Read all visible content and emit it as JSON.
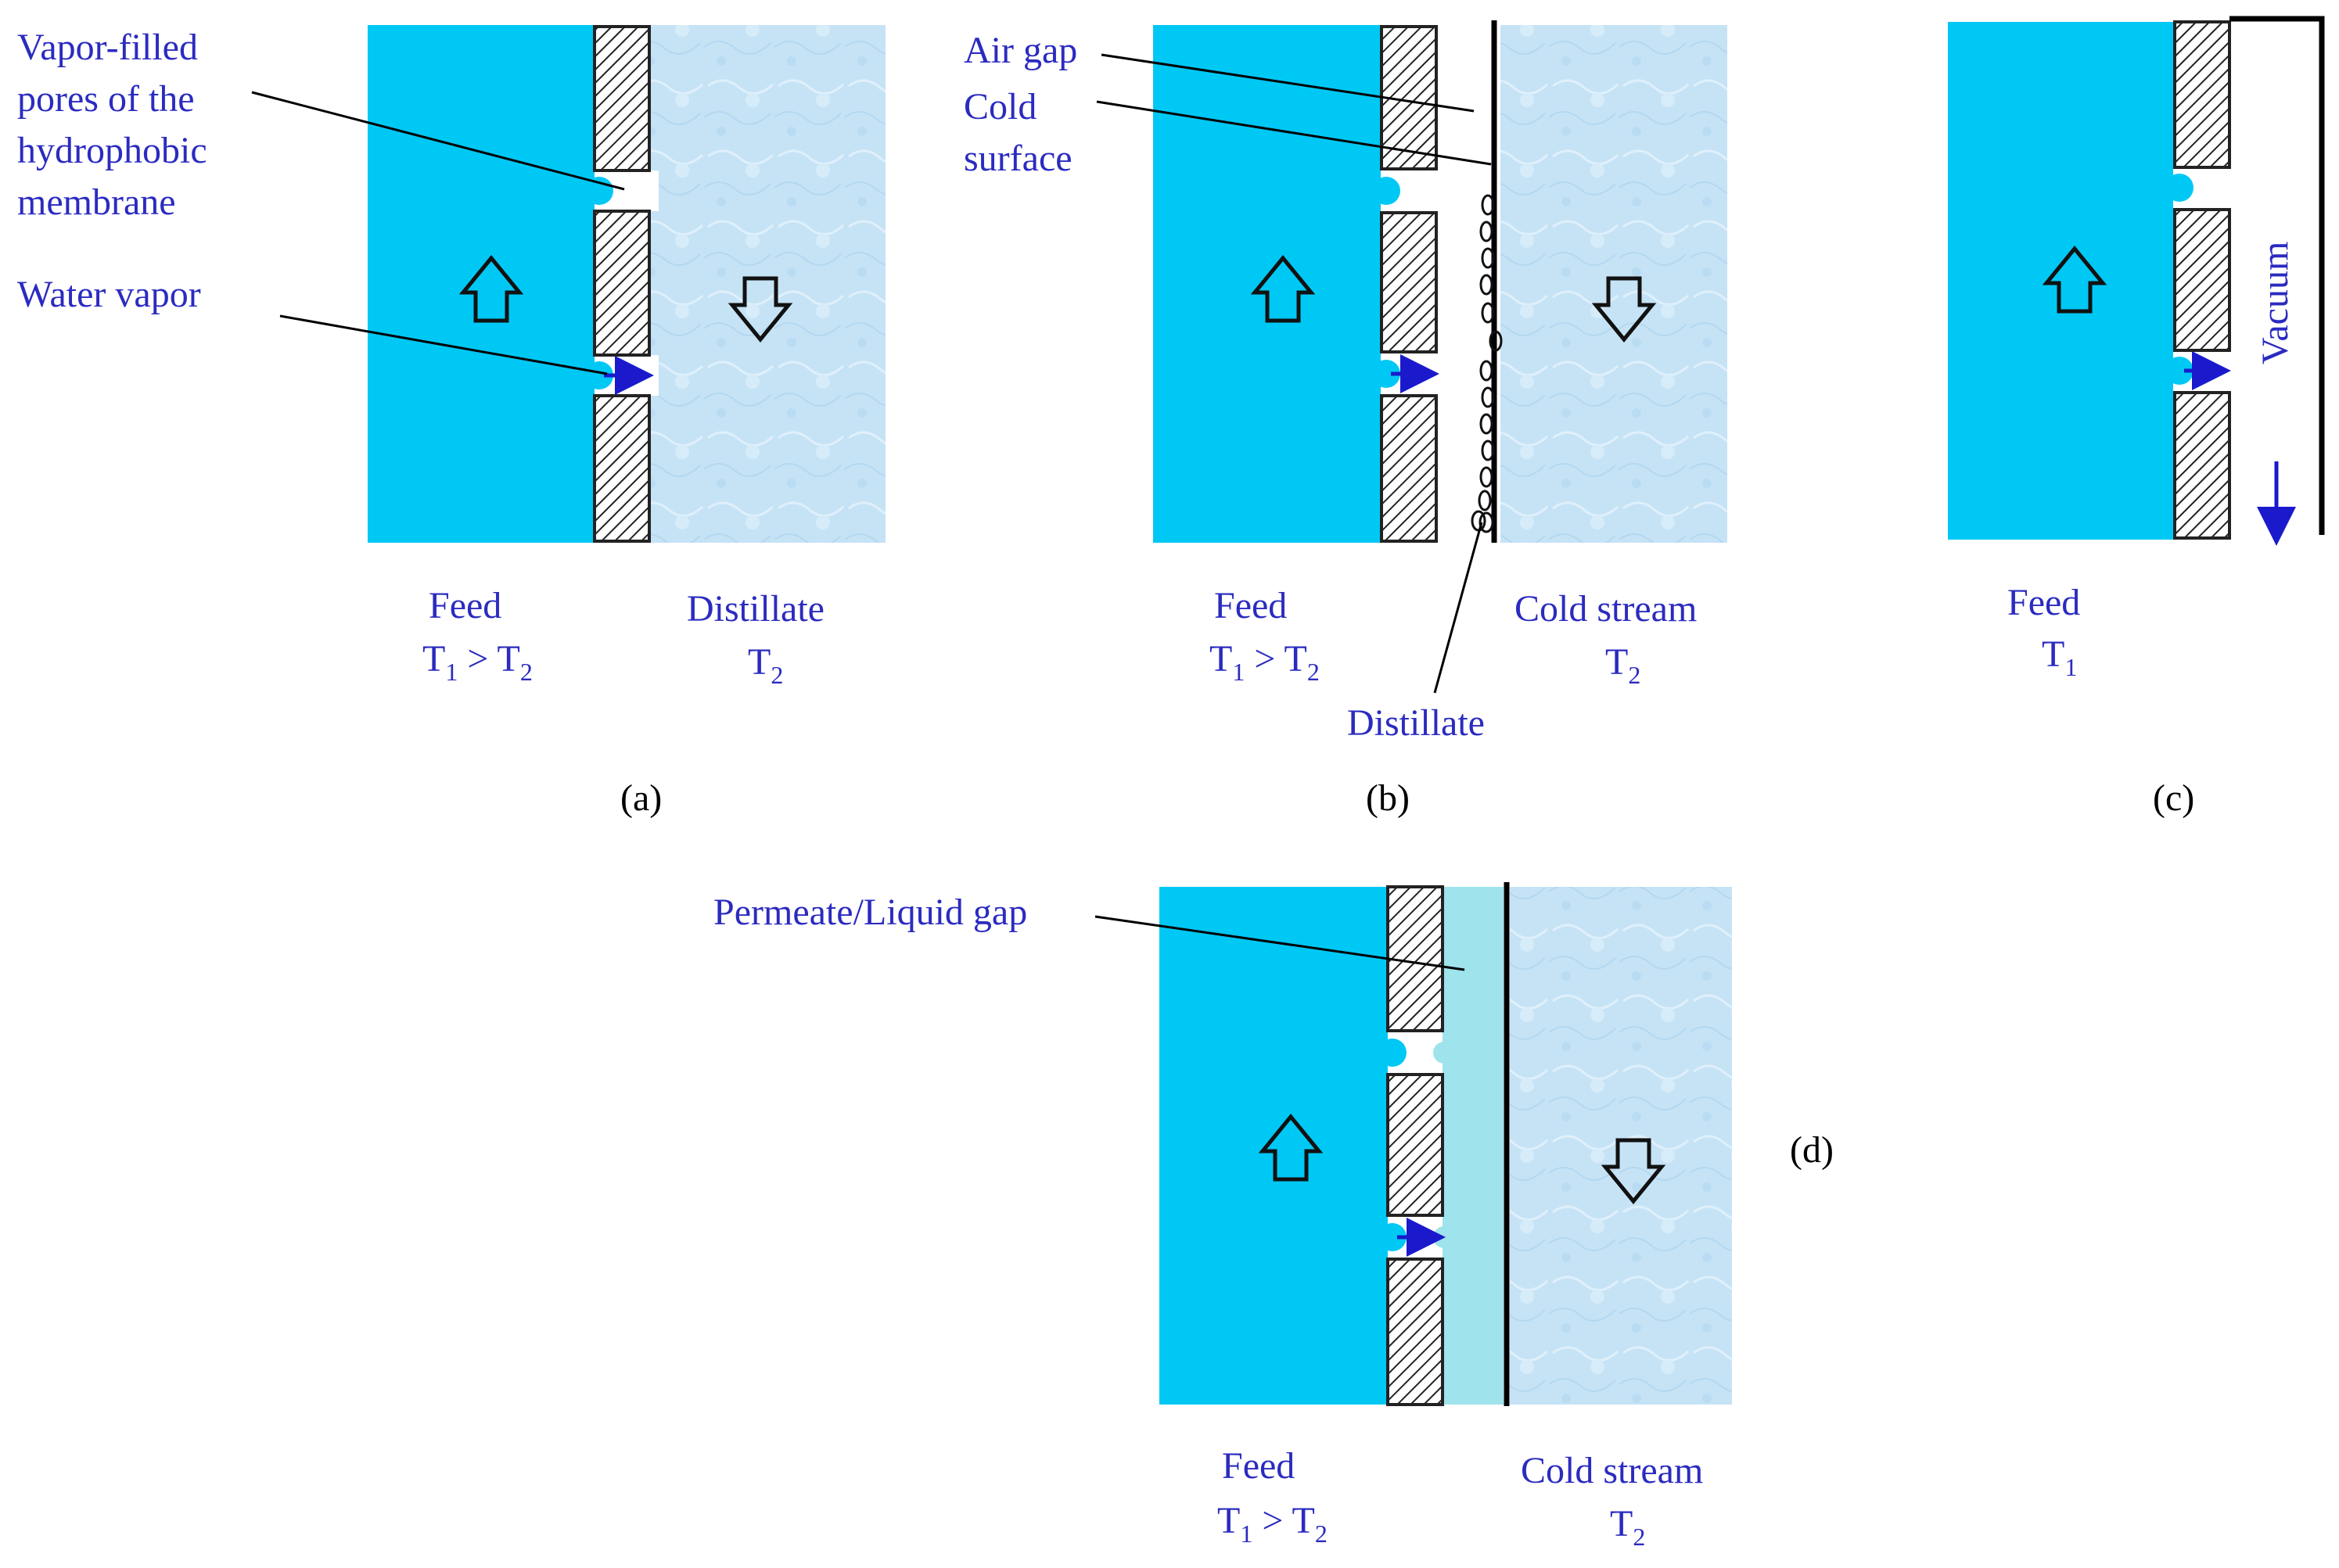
{
  "colors": {
    "feed": "#00c8f5",
    "cold": "#c6e3f6",
    "liquid_gap": "#9fe3ec",
    "label_text": "#2b2bc0",
    "vapor_arrow": "#1a1acc"
  },
  "panel_a": {
    "caption": "(a)",
    "pores_label": [
      "Vapor-filled",
      "pores of the",
      "hydrophobic",
      "membrane"
    ],
    "vapor_label": "Water vapor",
    "feed_title": "Feed",
    "feed_temp": {
      "t1": "T",
      "s1": "1",
      "rel": " > ",
      "t2": "T",
      "s2": "2"
    },
    "right_title": "Distillate",
    "right_temp": {
      "t": "T",
      "s": "2"
    }
  },
  "panel_b": {
    "caption": "(b)",
    "air_gap_label": "Air gap",
    "cold_surface_label": [
      "Cold",
      "surface"
    ],
    "distillate_label": "Distillate",
    "feed_title": "Feed",
    "feed_temp": {
      "t1": "T",
      "s1": "1",
      "rel": " > ",
      "t2": "T",
      "s2": "2"
    },
    "right_title": "Cold stream",
    "right_temp": {
      "t": "T",
      "s": "2"
    }
  },
  "panel_c": {
    "caption": "(c)",
    "vacuum_label": "Vacuum",
    "feed_title": "Feed",
    "feed_temp": {
      "t": "T",
      "s": "1"
    }
  },
  "panel_d": {
    "caption": "(d)",
    "gap_label": "Permeate/Liquid gap",
    "feed_title": "Feed",
    "feed_temp": {
      "t1": "T",
      "s1": "1",
      "rel": " > ",
      "t2": "T",
      "s2": "2"
    },
    "right_title": "Cold stream",
    "right_temp": {
      "t": "T",
      "s": "2"
    }
  }
}
